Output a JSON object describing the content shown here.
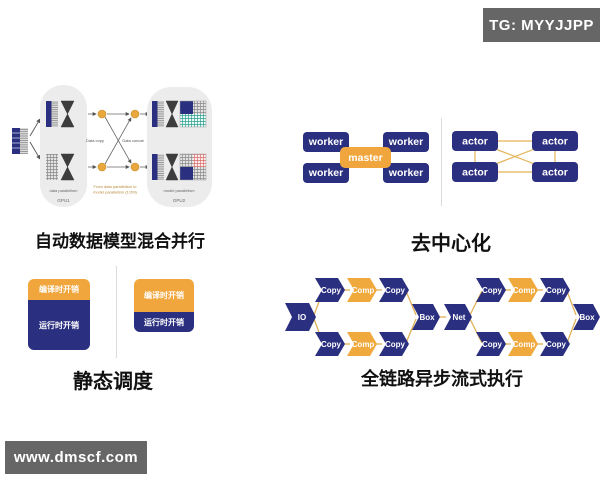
{
  "badges": {
    "telegram": "TG: MYYJJPP",
    "watermark": "www.dmscf.com"
  },
  "panels": {
    "hybrid_parallelism": {
      "caption": "自动数据模型混合并行",
      "gpu1": {
        "name": "GPU1",
        "label": "data parallelism"
      },
      "gpu2": {
        "name": "GPU2",
        "label": "model parallelism"
      },
      "edge_labels": {
        "left": "Data copy",
        "right": "Data concat"
      },
      "note_line1": "From data parallelism to",
      "note_line2": "model parallelism (1/2M)"
    },
    "decentralization": {
      "caption": "去中心化",
      "workers": [
        "worker",
        "worker",
        "worker",
        "worker"
      ],
      "master": "master",
      "actors": [
        "actor",
        "actor",
        "actor",
        "actor"
      ]
    },
    "static_scheduling": {
      "caption": "静态调度",
      "compile_overhead": "编译时开销",
      "runtime_overhead": "运行时开销"
    },
    "async_streaming": {
      "caption": "全链路异步流式执行",
      "node_io": "IO",
      "node_copy": "Copy",
      "node_comp": "Comp",
      "node_box": "Box",
      "node_net": "Net"
    }
  },
  "colors": {
    "navy": "#2b2f7f",
    "orange": "#f0a63c",
    "line_yellow": "#e3b357",
    "badge_gray": "#666666"
  }
}
